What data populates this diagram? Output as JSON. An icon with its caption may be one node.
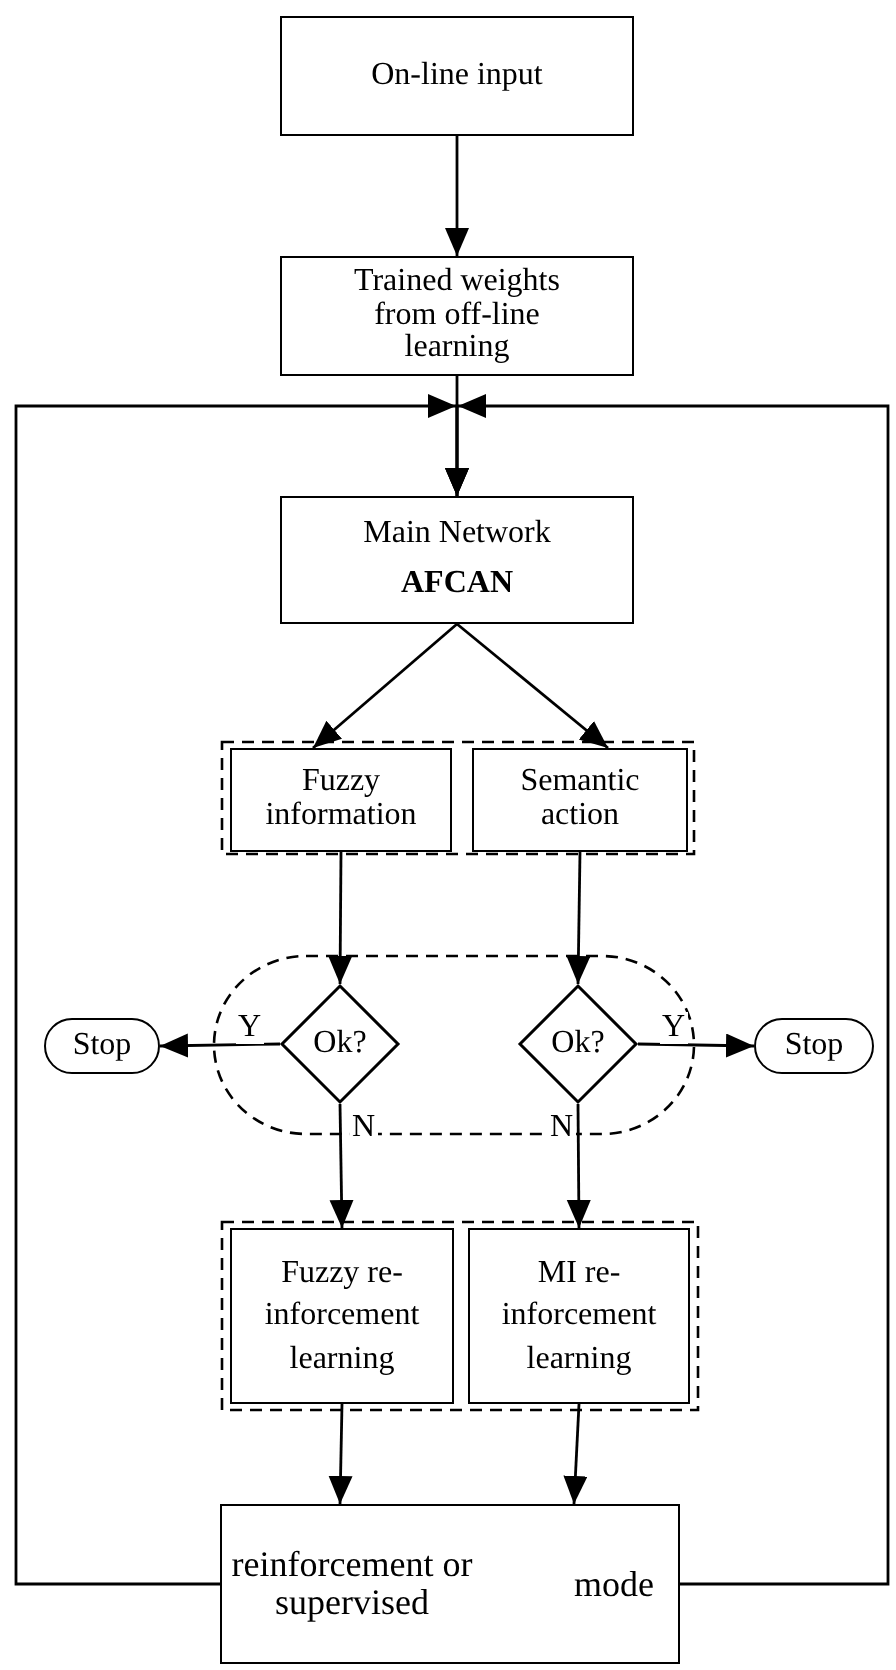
{
  "diagram": {
    "nodes": [
      {
        "text": [
          "On-line input"
        ]
      },
      {
        "text": [
          "Trained weights from off-line learning"
        ]
      },
      {
        "text": [
          "Main Network",
          "AFCAN"
        ]
      },
      {
        "text": [],
        "shape": "box"
      },
      {
        "text": [
          "Fuzzy information"
        ],
        "in": 3
      },
      {
        "text": [
          "Semantic action"
        ],
        "in": 3
      },
      {
        "text": [],
        "shape": "oval"
      },
      {
        "text": [
          "Ok?"
        ],
        "in": 6
      },
      {
        "text": [
          "Ok?"
        ],
        "in": 6
      },
      {
        "text": [
          "Stop"
        ]
      },
      {
        "text": [
          "Stop"
        ]
      },
      {
        "text": [],
        "shape": "box"
      },
      {
        "text": [
          "Fuzzy re- inforcement learning"
        ],
        "in": 11
      },
      {
        "text": [
          "MI re- inforcement learning"
        ],
        "in": 11
      },
      {
        "text": [
          "reinforcement or supervised",
          "mode"
        ]
      }
    ],
    "edges": [
      {
        "from": 0,
        "to": 1,
        "arrow": "to"
      },
      {
        "from": 1,
        "to": 2,
        "arrow": "to"
      },
      {
        "from": 14,
        "to": 2,
        "arrow": "to"
      },
      {
        "from": 14,
        "to": 2,
        "arrow": "to"
      },
      {
        "from": 2,
        "to": 4,
        "arrow": "to"
      },
      {
        "from": 2,
        "to": 5,
        "arrow": "to"
      },
      {
        "from": 4,
        "to": 7,
        "arrow": "to"
      },
      {
        "from": 5,
        "to": 8,
        "arrow": "to"
      },
      {
        "from": 7,
        "to": 9,
        "arrow": "to",
        "label": "Y"
      },
      {
        "from": 8,
        "to": 10,
        "arrow": "to",
        "label": "Y"
      },
      {
        "from": 7,
        "to": 12,
        "arrow": "to",
        "label": "N"
      },
      {
        "from": 8,
        "to": 13,
        "arrow": "to",
        "label": "N"
      },
      {
        "from": 12,
        "to": 14,
        "arrow": "to"
      },
      {
        "from": 13,
        "to": 14,
        "arrow": "to"
      }
    ]
  }
}
